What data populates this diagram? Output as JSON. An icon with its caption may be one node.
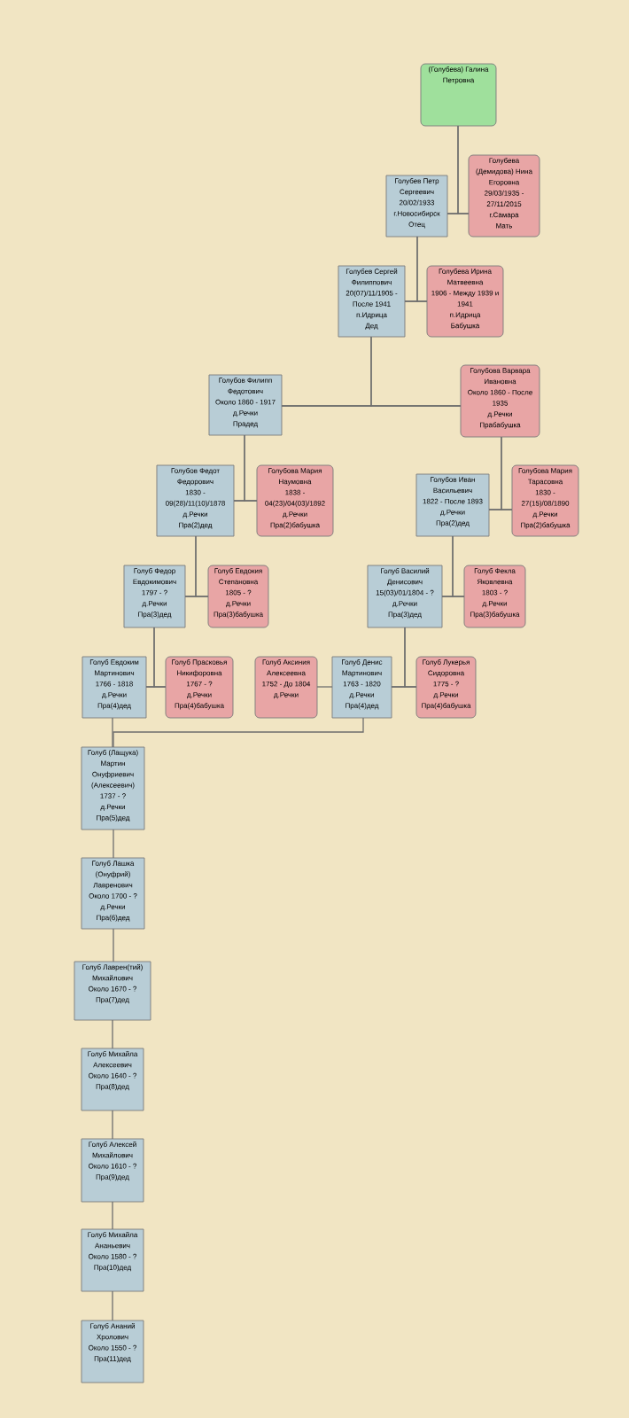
{
  "diagram": {
    "nodes": [
      {
        "text": [
          "(Голубева) Галина Петровна"
        ]
      },
      {
        "text": [
          "Голубев Петр Сергеевич",
          "20/02/1933",
          "г.Новосибирск",
          "Отец"
        ]
      },
      {
        "text": [
          "Голубева (Демидова) Нина Егоровна",
          "29/03/1935 - 27/11/2015",
          "г.Самара",
          "Мать"
        ]
      },
      {
        "text": [
          "Голубев Сергей Филиппович",
          "20(07)/11/1905 - После 1941",
          "п.Идрица",
          "Дед"
        ]
      },
      {
        "text": [
          "Голубева Ирина Матвеевна",
          "1906 - Между 1939 и 1941",
          "п.Идрица",
          "Бабушка"
        ]
      },
      {
        "text": [
          "Голубов Филипп Федотович",
          "Около 1860 - 1917",
          "д.Речки",
          "Прадед"
        ]
      },
      {
        "text": [
          "Голубова Варвара Ивановна",
          "Около 1860 - После 1935",
          "д.Речки",
          "Прабабушка"
        ]
      },
      {
        "text": [
          "Голубов Федот Федорович",
          "1830 - 09(28)/11(10)/1878",
          "д.Речки",
          "Пра(2)дед"
        ]
      },
      {
        "text": [
          "Голубова Мария Наумовна",
          "1838 - 04(23)/04(03)/1892",
          "д.Речки",
          "Пра(2)бабушка"
        ]
      },
      {
        "text": [
          "Голубов Иван Васильевич",
          "1822 - После 1893",
          "д.Речки",
          "Пра(2)дед"
        ]
      },
      {
        "text": [
          "Голубова Мария Тарасовна",
          "1830 - 27(15)/08/1890",
          "д.Речки",
          "Пра(2)бабушка"
        ]
      },
      {
        "text": [
          "Голуб Федор Евдокимович",
          "1797 - ?",
          "д.Речки",
          "Пра(3)дед"
        ]
      },
      {
        "text": [
          "Голуб Евдокия Степановна",
          "1805 - ?",
          "д.Речки",
          "Пра(3)бабушка"
        ]
      },
      {
        "text": [
          "Голуб Василий Денисович",
          "15(03)/01/1804 - ?",
          "д.Речки",
          "Пра(3)дед"
        ]
      },
      {
        "text": [
          "Голуб Фекла Яковлевна",
          "1803 - ?",
          "д.Речки",
          "Пра(3)бабушка"
        ]
      },
      {
        "text": [
          "Голуб Евдоким Мартинович",
          "1766 - 1818",
          "д.Речки",
          "Пра(4)дед"
        ]
      },
      {
        "text": [
          "Голуб Прасковья Никифоровна",
          "1767 - ?",
          "д.Речки",
          "Пра(4)бабушка"
        ]
      },
      {
        "text": [
          "Голуб Аксиния Алексеевна",
          "1752 - До 1804",
          "д.Речки"
        ]
      },
      {
        "text": [
          "Голуб Денис Мартинович",
          "1763 - 1820",
          "д.Речки",
          "Пра(4)дед"
        ]
      },
      {
        "text": [
          "Голуб Лукерья Сидоровна",
          "1775 - ?",
          "д.Речки",
          "Пра(4)бабушка"
        ]
      },
      {
        "text": [
          "Голуб (Лащука) Мартин Онуфриевич (Алексеевич)",
          "1737 - ?",
          "д.Речки",
          "Пра(5)дед"
        ]
      },
      {
        "text": [
          "Голуб Лашка (Онуфрий) Лавренович",
          "Около 1700 - ?",
          "д.Речки",
          "Пра(6)дед"
        ]
      },
      {
        "text": [
          "Голуб Лаврен(тий) Михайлович",
          "Около 1670 - ?",
          "Пра(7)дед"
        ]
      },
      {
        "text": [
          "Голуб Михайла Алексеевич",
          "Около 1640 - ?",
          "Пра(8)дед"
        ]
      },
      {
        "text": [
          "Голуб Алексей Михайлович",
          "Около 1610 - ?",
          "Пра(9)дед"
        ]
      },
      {
        "text": [
          "Голуб Михайла Ананьевич",
          "Около 1580 - ?",
          "Пра(10)дед"
        ]
      },
      {
        "text": [
          "Голуб Ананий Хролович",
          "Около 1550 - ?",
          "Пра(11)дед"
        ]
      }
    ],
    "edges": [
      {
        "from": 1,
        "to": 2,
        "arrow": "none"
      },
      {
        "from": 0,
        "to": 1,
        "arrow": "none"
      },
      {
        "from": 0,
        "to": 2,
        "arrow": "none"
      },
      {
        "from": 3,
        "to": 4,
        "arrow": "none"
      },
      {
        "from": 1,
        "to": 3,
        "arrow": "none"
      },
      {
        "from": 1,
        "to": 4,
        "arrow": "none"
      },
      {
        "from": 5,
        "to": 6,
        "arrow": "none"
      },
      {
        "from": 3,
        "to": 5,
        "arrow": "none"
      },
      {
        "from": 3,
        "to": 6,
        "arrow": "none"
      },
      {
        "from": 7,
        "to": 8,
        "arrow": "none"
      },
      {
        "from": 5,
        "to": 7,
        "arrow": "none"
      },
      {
        "from": 5,
        "to": 8,
        "arrow": "none"
      },
      {
        "from": 9,
        "to": 10,
        "arrow": "none"
      },
      {
        "from": 6,
        "to": 9,
        "arrow": "none"
      },
      {
        "from": 6,
        "to": 10,
        "arrow": "none"
      },
      {
        "from": 11,
        "to": 12,
        "arrow": "none"
      },
      {
        "from": 7,
        "to": 11,
        "arrow": "none"
      },
      {
        "from": 7,
        "to": 12,
        "arrow": "none"
      },
      {
        "from": 13,
        "to": 14,
        "arrow": "none"
      },
      {
        "from": 9,
        "to": 13,
        "arrow": "none"
      },
      {
        "from": 9,
        "to": 14,
        "arrow": "none"
      },
      {
        "from": 15,
        "to": 16,
        "arrow": "none"
      },
      {
        "from": 11,
        "to": 15,
        "arrow": "none"
      },
      {
        "from": 11,
        "to": 16,
        "arrow": "none"
      },
      {
        "from": 17,
        "to": 18,
        "arrow": "none"
      },
      {
        "from": 18,
        "to": 19,
        "arrow": "none"
      },
      {
        "from": 13,
        "to": 18,
        "arrow": "none"
      },
      {
        "from": 13,
        "to": 19,
        "arrow": "none"
      },
      {
        "from": 15,
        "to": 20,
        "arrow": "none"
      },
      {
        "from": 18,
        "to": 20,
        "arrow": "none"
      },
      {
        "from": 20,
        "to": 21,
        "arrow": "none"
      },
      {
        "from": 21,
        "to": 22,
        "arrow": "none"
      },
      {
        "from": 22,
        "to": 23,
        "arrow": "none"
      },
      {
        "from": 23,
        "to": 24,
        "arrow": "none"
      },
      {
        "from": 24,
        "to": 25,
        "arrow": "none"
      },
      {
        "from": 25,
        "to": 26,
        "arrow": "none"
      }
    ]
  }
}
